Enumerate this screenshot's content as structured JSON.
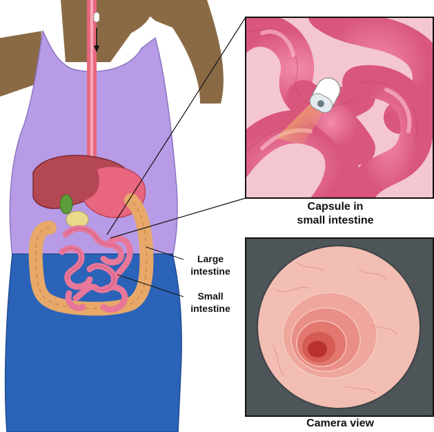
{
  "labels": {
    "large_intestine_line1": "Large",
    "large_intestine_line2": "intestine",
    "small_intestine_line1": "Small",
    "small_intestine_line2": "intestine",
    "capsule_line1": "Capsule in",
    "capsule_line2": "small intestine",
    "camera_view": "Camera view"
  },
  "colors": {
    "skin": "#8a6a45",
    "tank_top": "#b79be6",
    "jeans": "#2b63b8",
    "intestine_pink": "#e8779a",
    "colon_orange": "#e7a86a",
    "liver": "#b34752",
    "camera_bg": "#4d5559"
  }
}
